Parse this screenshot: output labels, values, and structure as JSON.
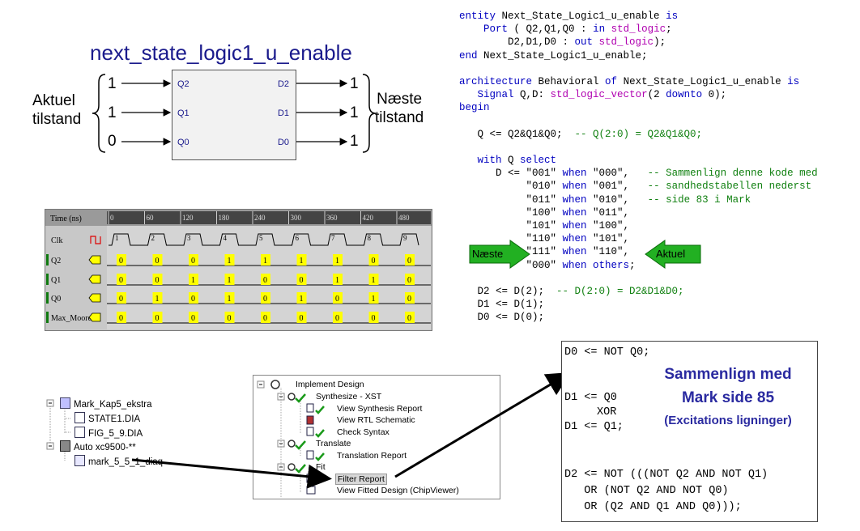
{
  "block": {
    "title": "next_state_logic1_u_enable",
    "left_label_1": "Aktuel",
    "left_label_2": "tilstand",
    "right_label_1": "Næste",
    "right_label_2": "tilstand",
    "inputs": [
      "1",
      "1",
      "0"
    ],
    "outputs": [
      "1",
      "1",
      "1"
    ],
    "in_ports": [
      "Q2",
      "Q1",
      "Q0"
    ],
    "out_ports": [
      "D2",
      "D1",
      "D0"
    ]
  },
  "code": {
    "lines": [
      [
        [
          "kw",
          "entity "
        ],
        [
          "tx",
          "Next_State_Logic1_u_enable "
        ],
        [
          "kw",
          "is"
        ]
      ],
      [
        [
          "tx",
          "    "
        ],
        [
          "kw",
          "Port"
        ],
        [
          "tx",
          " ( Q2,Q1,Q0 : "
        ],
        [
          "kw",
          "in "
        ],
        [
          "ty",
          "std_logic"
        ],
        [
          "tx",
          ";"
        ]
      ],
      [
        [
          "tx",
          "        D2,D1,D0 : "
        ],
        [
          "kw",
          "out "
        ],
        [
          "ty",
          "std_logic"
        ],
        [
          "tx",
          ");"
        ]
      ],
      [
        [
          "kw",
          "end "
        ],
        [
          "tx",
          "Next_State_Logic1_u_enable;"
        ]
      ],
      [
        [
          "tx",
          ""
        ]
      ],
      [
        [
          "kw",
          "architecture "
        ],
        [
          "tx",
          "Behavioral "
        ],
        [
          "kw",
          "of "
        ],
        [
          "tx",
          "Next_State_Logic1_u_enable "
        ],
        [
          "kw",
          "is"
        ]
      ],
      [
        [
          "tx",
          "   "
        ],
        [
          "kw",
          "Signal "
        ],
        [
          "tx",
          "Q,D: "
        ],
        [
          "ty",
          "std_logic_vector"
        ],
        [
          "tx",
          "(2 "
        ],
        [
          "kw",
          "downto "
        ],
        [
          "tx",
          "0);"
        ]
      ],
      [
        [
          "kw",
          "begin"
        ]
      ],
      [
        [
          "tx",
          ""
        ]
      ],
      [
        [
          "tx",
          "   Q <= Q2&Q1&Q0;  "
        ],
        [
          "cm",
          "-- Q(2:0) = Q2&Q1&Q0;"
        ]
      ],
      [
        [
          "tx",
          ""
        ]
      ],
      [
        [
          "tx",
          "   "
        ],
        [
          "kw",
          "with "
        ],
        [
          "tx",
          "Q "
        ],
        [
          "kw",
          "select"
        ]
      ],
      [
        [
          "tx",
          "      D <= \"001\" "
        ],
        [
          "kw",
          "when "
        ],
        [
          "tx",
          "\"000\",   "
        ],
        [
          "cm",
          "-- Sammenlign denne kode med"
        ]
      ],
      [
        [
          "tx",
          "           \"010\" "
        ],
        [
          "kw",
          "when "
        ],
        [
          "tx",
          "\"001\",   "
        ],
        [
          "cm",
          "-- sandhedstabellen nederst"
        ]
      ],
      [
        [
          "tx",
          "           \"011\" "
        ],
        [
          "kw",
          "when "
        ],
        [
          "tx",
          "\"010\",   "
        ],
        [
          "cm",
          "-- side 83 i Mark"
        ]
      ],
      [
        [
          "tx",
          "           \"100\" "
        ],
        [
          "kw",
          "when "
        ],
        [
          "tx",
          "\"011\","
        ]
      ],
      [
        [
          "tx",
          "           \"101\" "
        ],
        [
          "kw",
          "when "
        ],
        [
          "tx",
          "\"100\","
        ]
      ],
      [
        [
          "tx",
          "           \"110\" "
        ],
        [
          "kw",
          "when "
        ],
        [
          "tx",
          "\"101\","
        ]
      ],
      [
        [
          "tx",
          "           \"111\" "
        ],
        [
          "kw",
          "when "
        ],
        [
          "tx",
          "\"110\","
        ]
      ],
      [
        [
          "tx",
          "           \"000\" "
        ],
        [
          "kw",
          "when others"
        ],
        [
          "tx",
          ";"
        ]
      ],
      [
        [
          "tx",
          ""
        ]
      ],
      [
        [
          "tx",
          "   D2 <= D(2);  "
        ],
        [
          "cm",
          "-- D(2:0) = D2&D1&D0;"
        ]
      ],
      [
        [
          "tx",
          "   D1 <= D(1);"
        ]
      ],
      [
        [
          "tx",
          "   D0 <= D(0);"
        ]
      ]
    ],
    "arrow_left": "Næste",
    "arrow_right": "Aktuel"
  },
  "wave": {
    "time_label": "Time (ns)",
    "ticks": [
      "0",
      "60",
      "120",
      "180",
      "240",
      "300",
      "360",
      "420",
      "480"
    ],
    "signals": [
      "Clk",
      "Q2",
      "Q1",
      "Q0",
      "Max_Moore"
    ],
    "clk_numbers": [
      "1",
      "2",
      "3",
      "4",
      "5",
      "6",
      "7",
      "8",
      "9"
    ],
    "q2": [
      "0",
      "0",
      "0",
      "1",
      "1",
      "1",
      "1",
      "0",
      "0"
    ],
    "q1": [
      "0",
      "0",
      "1",
      "1",
      "0",
      "0",
      "1",
      "1",
      "0"
    ],
    "q0": [
      "0",
      "1",
      "0",
      "1",
      "0",
      "1",
      "0",
      "1",
      "0"
    ],
    "mm": [
      "0",
      "0",
      "0",
      "0",
      "0",
      "0",
      "0",
      "0",
      "0"
    ]
  },
  "tree": {
    "root": "Mark_Kap5_ekstra",
    "child1": "STATE1.DIA",
    "child2": "FIG_5_9.DIA",
    "device": "Auto xc9500-**",
    "file": "mark_5_5_1_diaq"
  },
  "ise": {
    "implement": "Implement Design",
    "synth": "Synthesize - XST",
    "synth_report": "View Synthesis Report",
    "rtl": "View RTL Schematic",
    "check": "Check Syntax",
    "translate": "Translate",
    "trans_report": "Translation Report",
    "fit": "Fit",
    "filter": "Filter Report",
    "fitted": "View Fitted Design (ChipViewer)"
  },
  "equations": {
    "d0": "D0 <= NOT Q0;",
    "d1a": "D1 <= Q0",
    "d1xor": "XOR",
    "d1b": "D1 <= Q1;",
    "d2a": "D2 <= NOT (((NOT Q2 AND NOT Q1)",
    "d2b": "   OR (NOT Q2 AND NOT Q0)",
    "d2c": "   OR (Q2 AND Q1 AND Q0)));",
    "note1": "Sammenlign med",
    "note2": "Mark side 85",
    "note3": "(Excitations ligninger)"
  },
  "colors": {
    "title_blue": "#1a1a8c",
    "green_arrow": "#22b022",
    "yellow_cell": "#ffff00",
    "note_blue": "#2a2aa0"
  }
}
